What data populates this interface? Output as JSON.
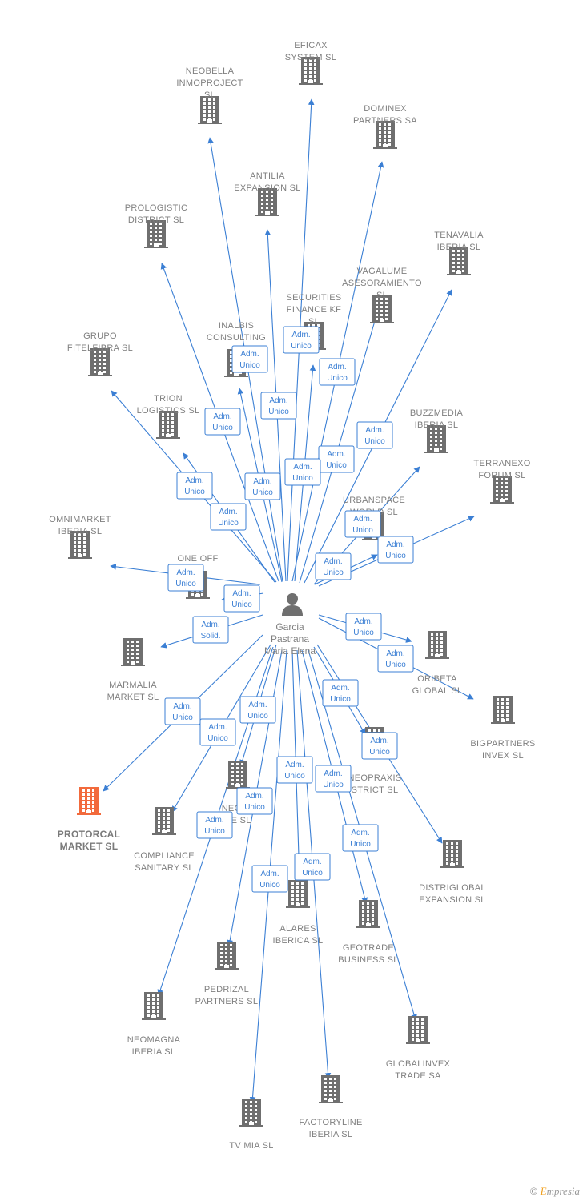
{
  "center": {
    "label_lines": [
      "Garcia",
      "Pastrana",
      "Maria Elena"
    ]
  },
  "nodes": [
    {
      "id": "eficax",
      "lines": [
        "EFICAX",
        "SYSTEM SL"
      ],
      "highlight": false
    },
    {
      "id": "neobella",
      "lines": [
        "NEOBELLA",
        "INMOPROJECT",
        "SL"
      ],
      "highlight": false
    },
    {
      "id": "dominex",
      "lines": [
        "DOMINEX",
        "PARTNERS SA"
      ],
      "highlight": false
    },
    {
      "id": "antilia",
      "lines": [
        "ANTILIA",
        "EXPANSION  SL"
      ],
      "highlight": false
    },
    {
      "id": "prologistic",
      "lines": [
        "PROLOGISTIC",
        "DISTRICT  SL"
      ],
      "highlight": false
    },
    {
      "id": "tenavalia",
      "lines": [
        "TENAVALIA",
        "IBERIA  SL"
      ],
      "highlight": false
    },
    {
      "id": "vagalume",
      "lines": [
        "VAGALUME",
        "ASESORAMIENTO",
        "SL"
      ],
      "highlight": false
    },
    {
      "id": "securities",
      "lines": [
        "SECURITIES",
        "FINANCE KF",
        "SL"
      ],
      "highlight": false
    },
    {
      "id": "inalbis",
      "lines": [
        "INALBIS",
        "CONSULTING"
      ],
      "highlight": false
    },
    {
      "id": "grupo",
      "lines": [
        "GRUPO",
        "FITELFIBRA  SL"
      ],
      "highlight": false
    },
    {
      "id": "trion",
      "lines": [
        "TRION",
        "LOGISTICS  SL"
      ],
      "highlight": false
    },
    {
      "id": "buzzmedia",
      "lines": [
        "BUZZMEDIA",
        "IBERIA  SL"
      ],
      "highlight": false
    },
    {
      "id": "terranexo",
      "lines": [
        "TERRANEXO",
        "FORUM  SL"
      ],
      "highlight": false
    },
    {
      "id": "urbanspace",
      "lines": [
        "URBANSPACE",
        "WORLD  SL"
      ],
      "highlight": false
    },
    {
      "id": "omnimarket",
      "lines": [
        "OMNIMARKET",
        "IBERIA  SL"
      ],
      "highlight": false
    },
    {
      "id": "oneoff",
      "lines": [
        "ONE OFF",
        "SL"
      ],
      "highlight": false
    },
    {
      "id": "marmalia",
      "lines": [
        "MARMALIA",
        "MARKET  SL"
      ],
      "highlight": false
    },
    {
      "id": "oribeta",
      "lines": [
        "ORIBETA",
        "GLOBAL  SL"
      ],
      "highlight": false
    },
    {
      "id": "bigpartners",
      "lines": [
        "BIGPARTNERS",
        "INVEX  SL"
      ],
      "highlight": false
    },
    {
      "id": "protorcal",
      "lines": [
        "PROTORCAL",
        "MARKET  SL"
      ],
      "highlight": true
    },
    {
      "id": "compliance",
      "lines": [
        "COMPLIANCE",
        "SANITARY  SL"
      ],
      "highlight": false
    },
    {
      "id": "neopr",
      "lines": [
        "NEOPR",
        "DE  SL"
      ],
      "highlight": false
    },
    {
      "id": "neopraxis",
      "lines": [
        "NEOPRAXIS",
        "STRICT  SL"
      ],
      "highlight": false
    },
    {
      "id": "distriglobal",
      "lines": [
        "DISTRIGLOBAL",
        "EXPANSION  SL"
      ],
      "highlight": false
    },
    {
      "id": "alares",
      "lines": [
        "ALARES",
        "IBERICA  SL"
      ],
      "highlight": false
    },
    {
      "id": "geotrade",
      "lines": [
        "GEOTRADE",
        "BUSINESS  SL"
      ],
      "highlight": false
    },
    {
      "id": "pedrizal",
      "lines": [
        "PEDRIZAL",
        "PARTNERS  SL"
      ],
      "highlight": false
    },
    {
      "id": "neomagna",
      "lines": [
        "NEOMAGNA",
        "IBERIA  SL"
      ],
      "highlight": false
    },
    {
      "id": "globalinvex",
      "lines": [
        "GLOBALINVEX",
        "TRADE SA"
      ],
      "highlight": false
    },
    {
      "id": "factoryline",
      "lines": [
        "FACTORYLINE",
        "IBERIA  SL"
      ],
      "highlight": false
    },
    {
      "id": "tvmia",
      "lines": [
        "TV MIA  SL"
      ],
      "highlight": false
    }
  ],
  "relations": [
    {
      "to": "eficax",
      "lines": [
        "Adm.",
        "Unico"
      ]
    },
    {
      "to": "neobella",
      "lines": [
        "Adm.",
        "Unico"
      ]
    },
    {
      "to": "dominex",
      "lines": [
        "Adm.",
        "Unico"
      ]
    },
    {
      "to": "antilia",
      "lines": [
        "Adm.",
        "Unico"
      ]
    },
    {
      "to": "prologistic",
      "lines": [
        "Adm.",
        "Unico"
      ]
    },
    {
      "to": "tenavalia",
      "lines": [
        "Adm.",
        "Unico"
      ]
    },
    {
      "to": "vagalume",
      "lines": [
        "Adm.",
        "Unico"
      ]
    },
    {
      "to": "securities",
      "lines": [
        "Adm.",
        "Unico"
      ]
    },
    {
      "to": "inalbis",
      "lines": [
        "Adm.",
        "Unico"
      ]
    },
    {
      "to": "grupo",
      "lines": [
        "Adm.",
        "Unico"
      ]
    },
    {
      "to": "trion",
      "lines": [
        "Adm.",
        "Unico"
      ]
    },
    {
      "to": "buzzmedia",
      "lines": [
        "Adm.",
        "Unico"
      ]
    },
    {
      "to": "terranexo",
      "lines": [
        "Adm.",
        "Unico"
      ]
    },
    {
      "to": "urbanspace",
      "lines": [
        "Adm.",
        "Unico"
      ]
    },
    {
      "to": "omnimarket",
      "lines": [
        "Adm.",
        "Unico"
      ]
    },
    {
      "to": "oneoff",
      "lines": [
        "Adm.",
        "Unico"
      ]
    },
    {
      "to": "marmalia",
      "lines": [
        "Adm.",
        "Solid."
      ]
    },
    {
      "to": "oribeta",
      "lines": [
        "Adm.",
        "Unico"
      ]
    },
    {
      "to": "bigpartners",
      "lines": [
        "Adm.",
        "Unico"
      ]
    },
    {
      "to": "protorcal",
      "lines": [
        "Adm.",
        "Unico"
      ]
    },
    {
      "to": "compliance",
      "lines": [
        "Adm.",
        "Unico"
      ]
    },
    {
      "to": "neopr",
      "lines": [
        "Adm.",
        "Unico"
      ]
    },
    {
      "to": "neopraxis",
      "lines": [
        "Adm.",
        "Unico"
      ]
    },
    {
      "to": "distriglobal",
      "lines": [
        "Adm.",
        "Unico"
      ]
    },
    {
      "to": "alares",
      "lines": [
        "Adm.",
        "Unico"
      ]
    },
    {
      "to": "geotrade",
      "lines": [
        "Adm.",
        "Unico"
      ]
    },
    {
      "to": "pedrizal",
      "lines": [
        "Adm.",
        "Unico"
      ]
    },
    {
      "to": "neomagna",
      "lines": [
        "Adm.",
        "Unico"
      ]
    },
    {
      "to": "globalinvex",
      "lines": [
        "Adm.",
        "Unico"
      ]
    },
    {
      "to": "factoryline",
      "lines": [
        "Adm.",
        "Unico"
      ]
    },
    {
      "to": "tvmia",
      "lines": [
        "Adm.",
        "Unico"
      ]
    }
  ],
  "colors": {
    "edge": "#3b7fd4",
    "building": "#6f6f6f",
    "building_highlight": "#f26a3c",
    "person": "#6f6f6f"
  },
  "footer": {
    "copyright": "©",
    "brand_initial": "E",
    "brand_rest": "mpresia"
  }
}
